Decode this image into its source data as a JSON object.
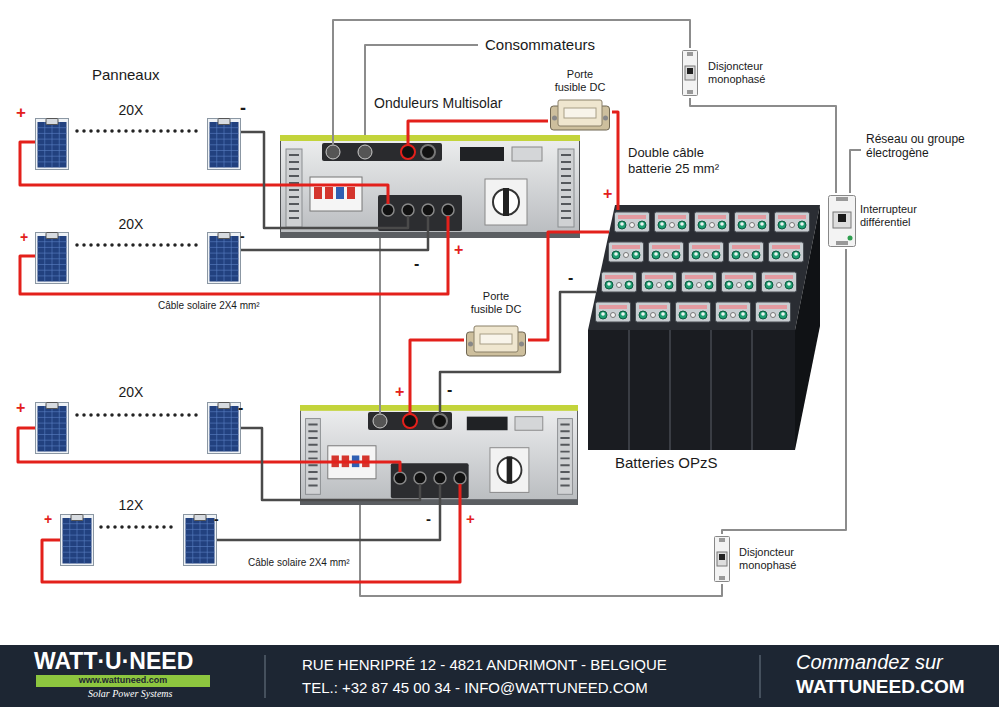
{
  "diagram": {
    "nodes": [
      {
        "text": [
          "20X"
        ]
      },
      {
        "text": [
          "20X"
        ]
      },
      {
        "text": [
          "20X"
        ]
      },
      {
        "text": [
          "12X"
        ]
      },
      {
        "text": [
          "Onduleurs Multisolar"
        ]
      },
      {
        "text": [
          "Porte fusible DC"
        ]
      },
      {
        "text": [
          "Porte fusible DC"
        ]
      },
      {
        "text": [
          "Batteries OPzS"
        ]
      },
      {
        "text": [
          "Disjoncteur monophasé"
        ]
      },
      {
        "text": [
          "Disjoncteur monophasé"
        ]
      },
      {
        "text": [
          "Interrupteur différentiel"
        ]
      }
    ],
    "edges": [
      {
        "from": 0,
        "to": 4,
        "arrow": "none"
      },
      {
        "from": 0,
        "to": 4,
        "arrow": "none"
      },
      {
        "from": 1,
        "to": 4,
        "arrow": "none"
      },
      {
        "from": 1,
        "to": 4,
        "arrow": "none"
      },
      {
        "from": 4,
        "to": 5,
        "arrow": "none"
      },
      {
        "from": 5,
        "to": 7,
        "arrow": "none"
      },
      {
        "from": 7,
        "to": 6,
        "arrow": "none"
      },
      {
        "from": 4,
        "to": 8,
        "arrow": "none"
      },
      {
        "from": 8,
        "to": 10,
        "arrow": "none"
      },
      {
        "from": 10,
        "to": 9,
        "arrow": "none"
      }
    ],
    "labels": [
      "Consommateurs",
      "Panneaux",
      "+",
      "-",
      "+",
      "-",
      "Câble solaire 2X4 mm²",
      "+",
      "-",
      "+",
      "-",
      "Câble solaire 2X4 mm²",
      "+",
      "-",
      "Double câble batterie 25 mm²",
      "+",
      "-",
      "+",
      "-",
      "-",
      "+",
      "Réseau ou groupe électrogène",
      "WATT·U·NEED",
      "www.wattuneed.com",
      "Solar Power Systems",
      "RUE HENRIPRÉ 12 - 4821 ANDRIMONT - BELGIQUE",
      "TEL.: +32 87 45 00 34 - INFO@WATTUNEED.COM",
      "Commandez sur",
      "WATTUNEED.COM"
    ]
  }
}
